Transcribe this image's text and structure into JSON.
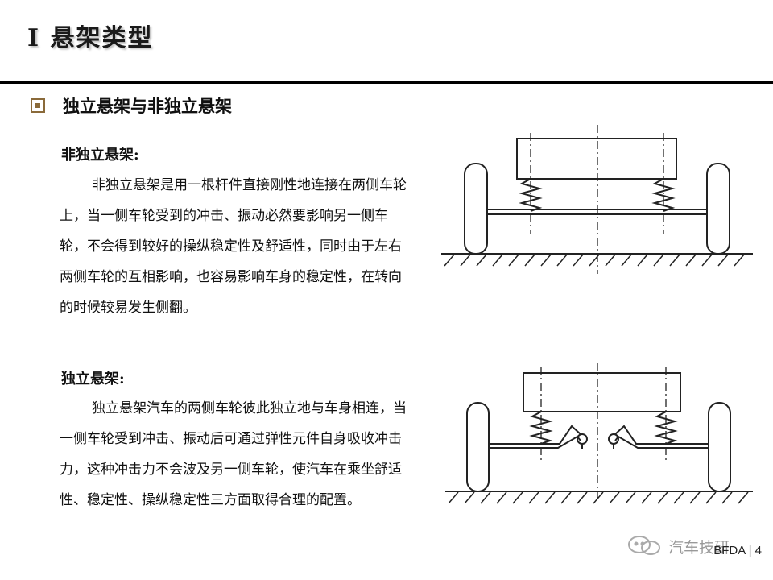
{
  "slide": {
    "title": "I   悬架类型"
  },
  "section": {
    "title": "独立悬架与非独立悬架"
  },
  "non_independent": {
    "heading": "非独立悬架:",
    "body": "非独立悬架是用一根杆件直接刚性地连接在两侧车轮上，当一侧车轮受到的冲击、振动必然要影响另一侧车轮，不会得到较好的操纵稳定性及舒适性，同时由于左右两侧车轮的互相影响，也容易影响车身的稳定性，在转向的时候较易发生侧翻。"
  },
  "independent": {
    "heading": "独立悬架:",
    "body": "独立悬架汽车的两侧车轮彼此独立地与车身相连，当一侧车轮受到冲击、振动后可通过弹性元件自身吸收冲击力，这种冲击力不会波及另一侧车轮，使汽车在乘坐舒适性、稳定性、操纵稳定性三方面取得合理的配置。"
  },
  "footer": {
    "watermark": "汽车技研",
    "page": "BFDA | 4"
  },
  "colors": {
    "bullet": "#8a6a3a",
    "rule": "#000000",
    "line": "#222222"
  }
}
